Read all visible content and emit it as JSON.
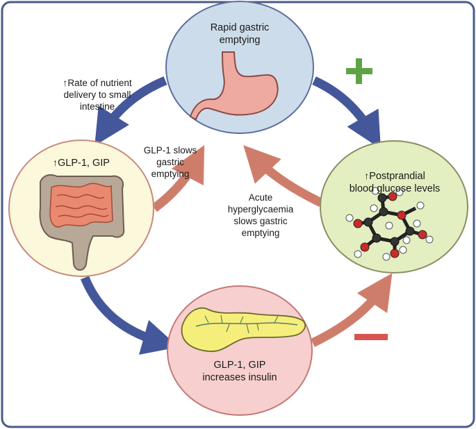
{
  "nodes": {
    "stomach": {
      "text": "Rapid gastric\nemptying",
      "fill": "#cddcea",
      "stroke": "#5a6f9e"
    },
    "intestine": {
      "arrow": "↑",
      "text": "GLP-1, GIP",
      "fill": "#fbf8dc",
      "stroke": "#c98a7b"
    },
    "glucose": {
      "arrow": "↑",
      "text": "Postprandial\nblood glucose levels",
      "fill": "#e3eec1",
      "stroke": "#8c8c66"
    },
    "pancreas": {
      "text": "GLP-1, GIP\nincreases insulin",
      "fill": "#f7cfcf",
      "stroke": "#c47878"
    }
  },
  "edges": {
    "stomach_to_intestine": {
      "arrow": "↑",
      "text": "Rate of nutrient\ndelivery to small\nintestine"
    },
    "intestine_to_stomach": {
      "text": "GLP-1 slows\ngastric\nemptying"
    },
    "glucose_to_stomach": {
      "text": "Acute\nhyperglycaemia\nslows gastric\nemptying"
    }
  },
  "signs": {
    "plus": "+",
    "minus": "−"
  },
  "colors": {
    "stimulatory_arrow": "#44579a",
    "inhibitory_arrow": "#cf7d6b",
    "plus": "#5fa347",
    "minus": "#d9534f",
    "border": "#4a5a8a"
  }
}
